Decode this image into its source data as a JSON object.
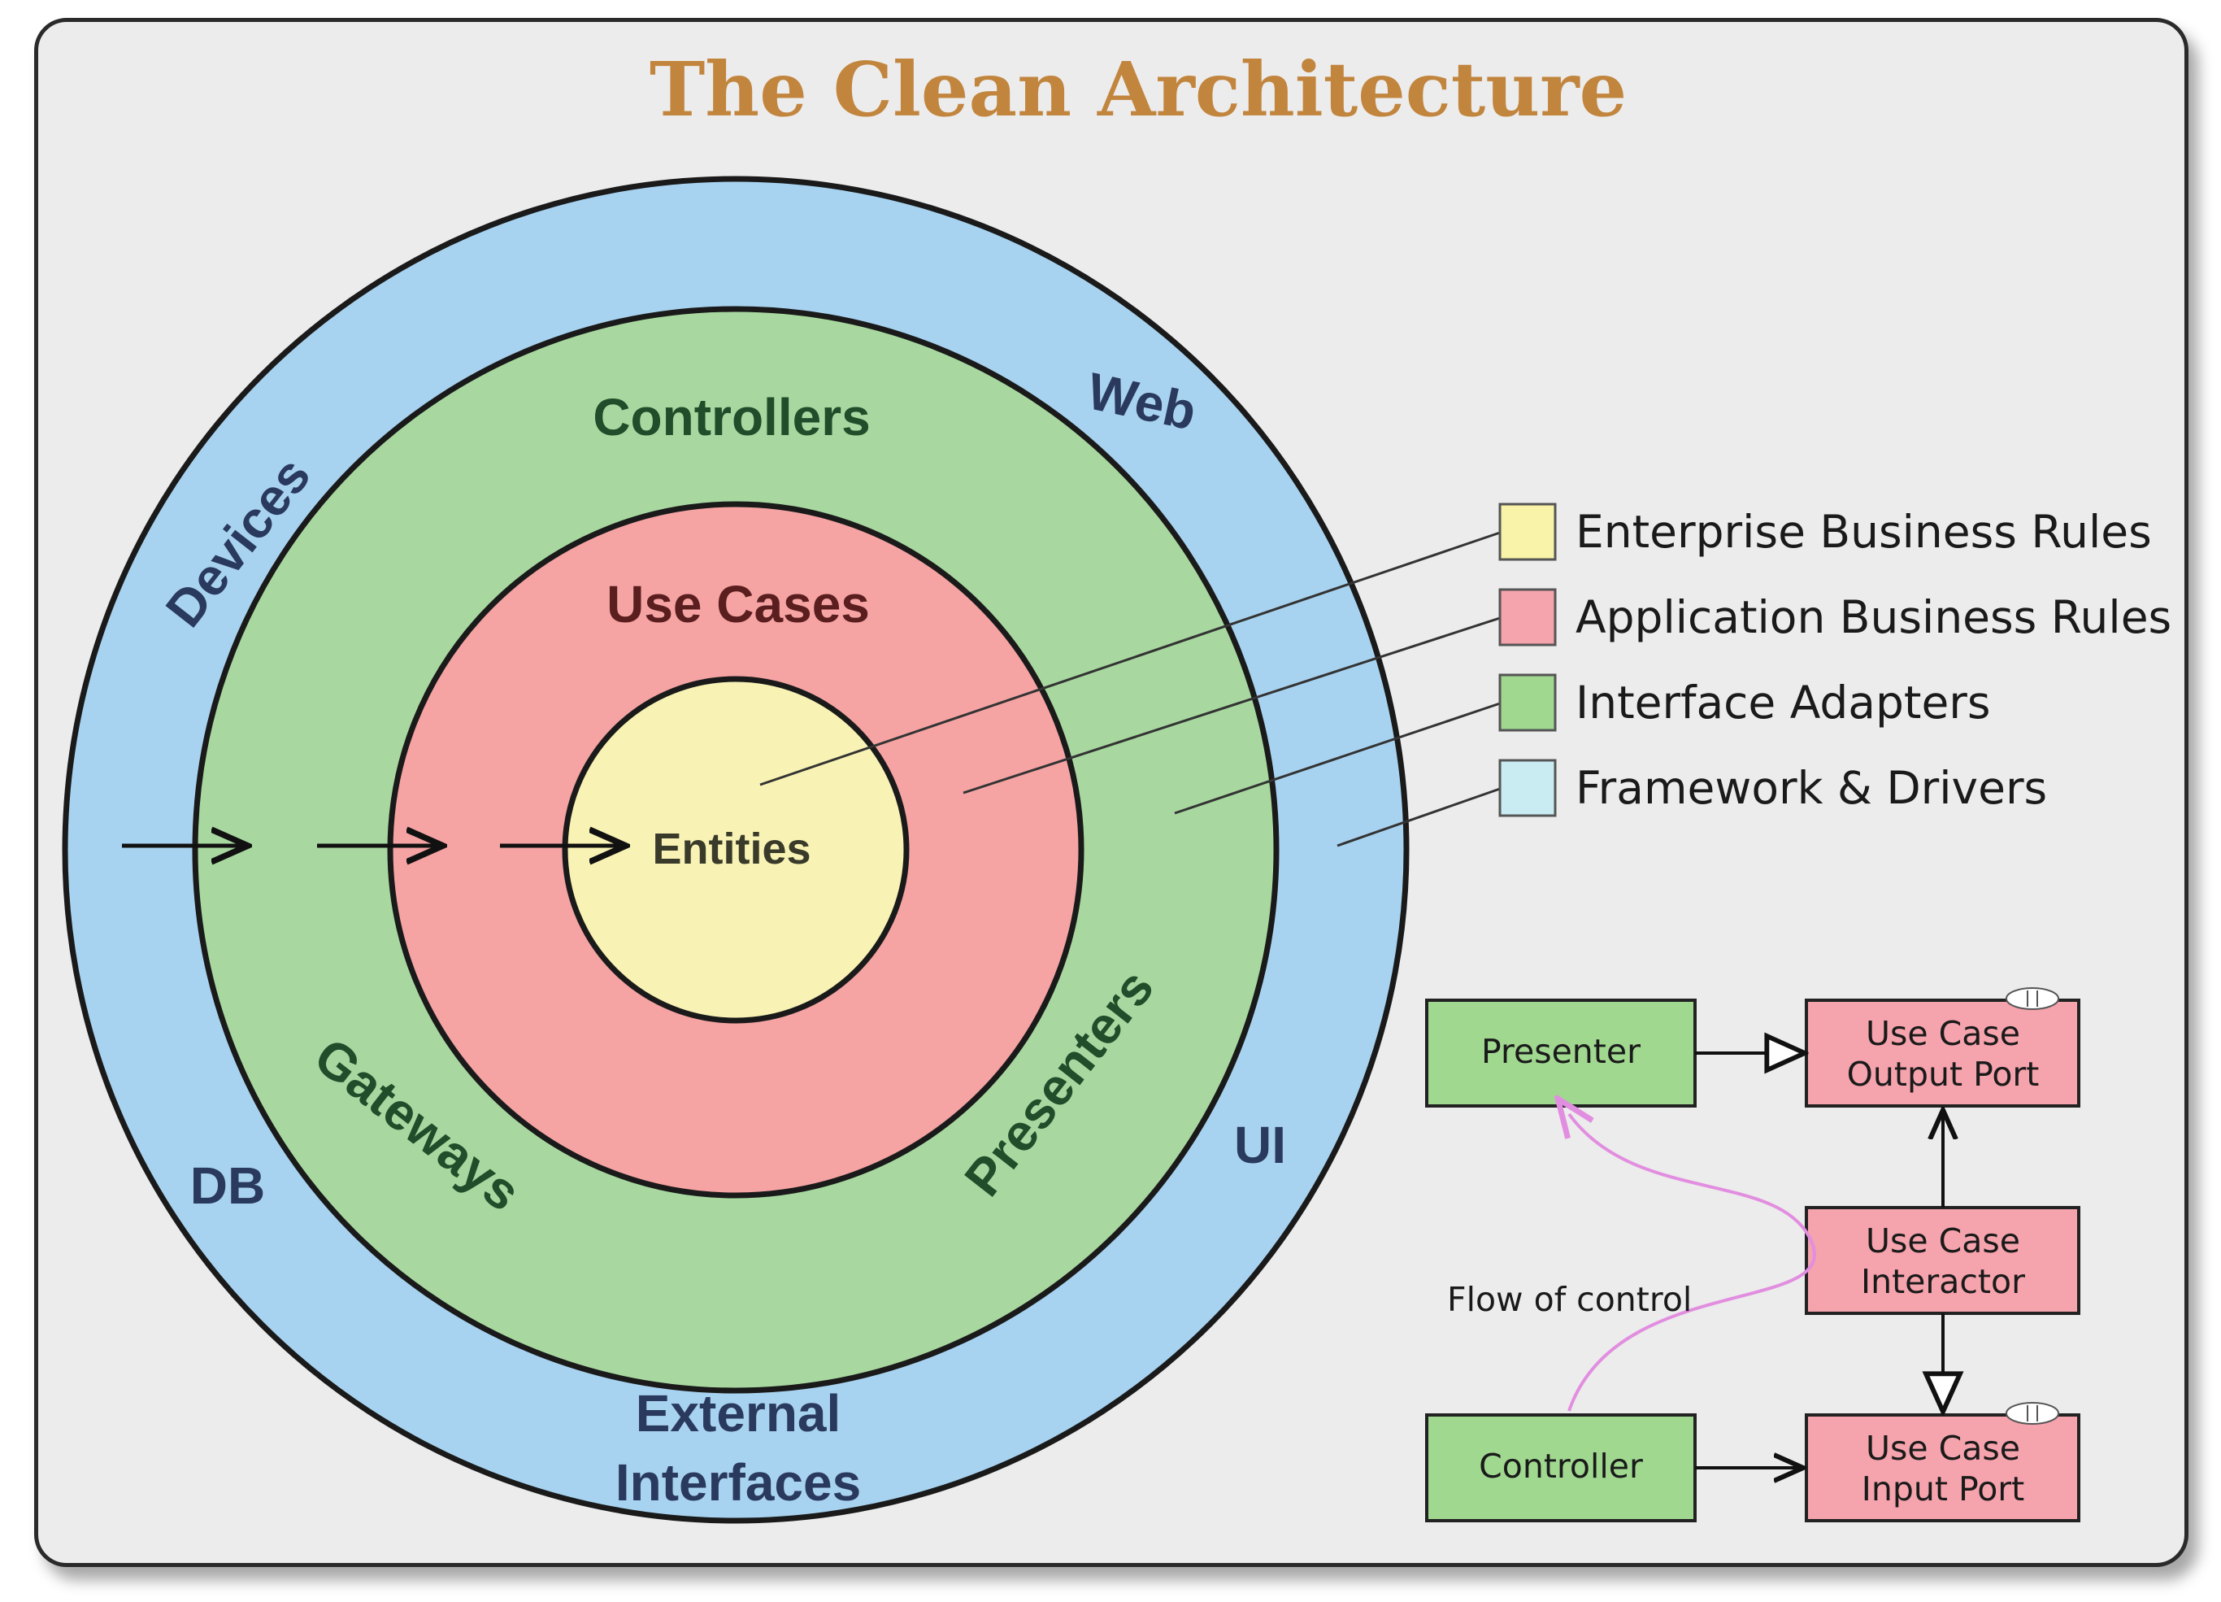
{
  "title": "The Clean Architecture",
  "rings": {
    "outer": {
      "labels": {
        "devices": "Devices",
        "web": "Web",
        "db": "DB",
        "ui": "UI",
        "external_line1": "External",
        "external_line2": "Interfaces"
      },
      "color": "#a8d3f0"
    },
    "adapters": {
      "labels": {
        "controllers": "Controllers",
        "gateways": "Gateways",
        "presenters": "Presenters"
      },
      "color": "#a8d8a0"
    },
    "use_cases": {
      "labels": {
        "use_cases": "Use Cases"
      },
      "color": "#f5a3a3"
    },
    "entities": {
      "labels": {
        "entities": "Entities"
      },
      "color": "#f8f3b4"
    }
  },
  "legend": [
    {
      "label": "Enterprise Business Rules",
      "color": "#f8f3a8"
    },
    {
      "label": "Application Business Rules",
      "color": "#f5a3ac"
    },
    {
      "label": "Interface Adapters",
      "color": "#a0d890"
    },
    {
      "label": "Framework & Drivers",
      "color": "#c8ecf2"
    }
  ],
  "flow": {
    "presenter": "Presenter",
    "controller": "Controller",
    "output_port": {
      "line1": "Use Case",
      "line2": "Output Port"
    },
    "interactor": {
      "line1": "Use Case",
      "line2": "Interactor"
    },
    "input_port": {
      "line1": "Use Case",
      "line2": "Input Port"
    },
    "flow_label": "Flow of control",
    "green_box_color": "#a0d890",
    "red_box_color": "#f5a3ac",
    "flow_curve_color": "#e28ee0"
  }
}
